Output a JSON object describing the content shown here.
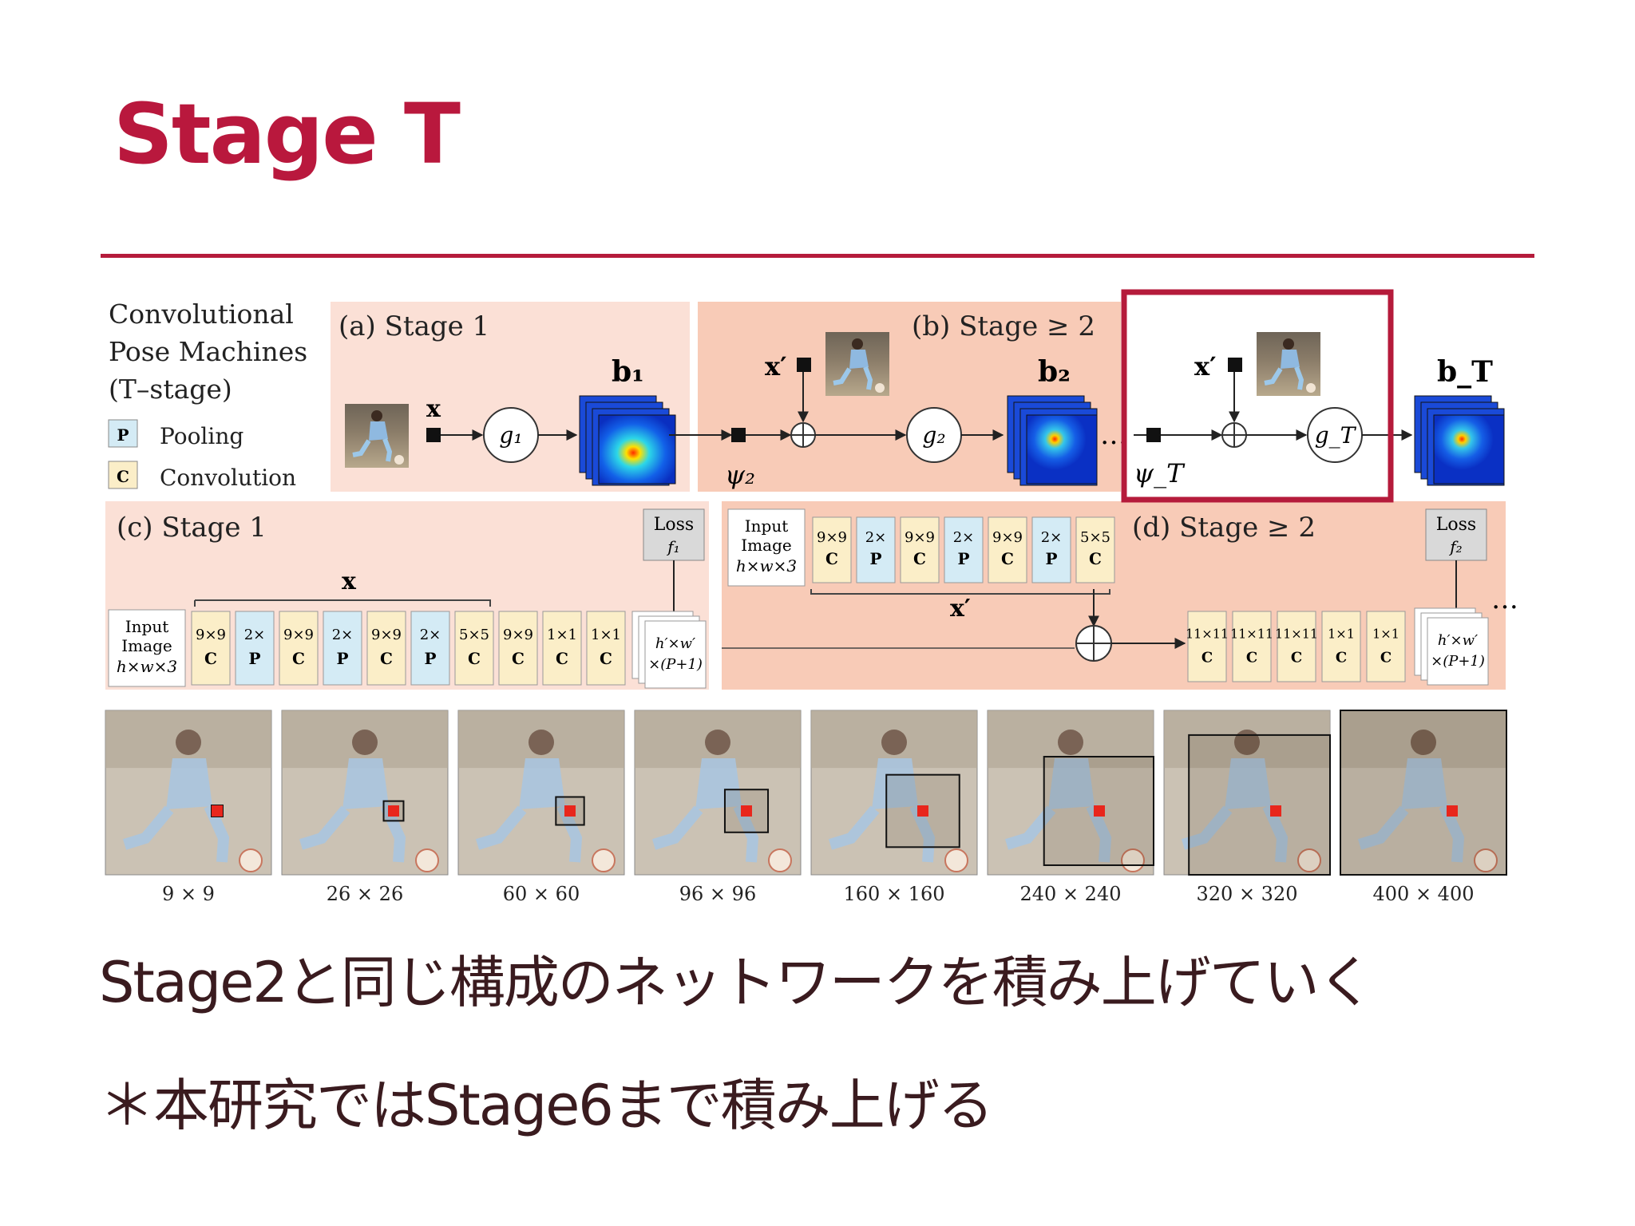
{
  "slide": {
    "title": "Stage T",
    "lines": [
      "Stage2と同じ構成のネットワークを積み上げていく",
      "＊本研究ではStage6まで積み上げる"
    ]
  },
  "figure": {
    "caption_main": [
      "Convolutional",
      "Pose Machines",
      "(T–stage)"
    ],
    "legend": [
      {
        "key": "P",
        "label": "Pooling",
        "color": "#d4ebf5"
      },
      {
        "key": "C",
        "label": "Convolution",
        "color": "#fbeec8"
      }
    ],
    "panels": {
      "a": "(a) Stage 1",
      "b": "(b) Stage ≥ 2",
      "c": "(c) Stage 1",
      "d": "(d) Stage ≥ 2"
    },
    "symbols": {
      "x": "x",
      "x_prime": "x′",
      "g1": "g₁",
      "g2": "g₂",
      "gT": "g_T",
      "b1": "b₁",
      "b2": "b₂",
      "bT": "b_T",
      "psi2": "ψ₂",
      "psiT": "ψ_T"
    },
    "input_image": [
      "Input",
      "Image",
      "h×w×3"
    ],
    "loss_1": [
      "Loss",
      "f₁"
    ],
    "loss_2": [
      "Loss",
      "f₂"
    ],
    "output_label": [
      "h′×w′",
      "×(P+1)"
    ],
    "stage1_layers": [
      {
        "size": "9×9",
        "type": "C"
      },
      {
        "size": "2×",
        "type": "P"
      },
      {
        "size": "9×9",
        "type": "C"
      },
      {
        "size": "2×",
        "type": "P"
      },
      {
        "size": "9×9",
        "type": "C"
      },
      {
        "size": "2×",
        "type": "P"
      },
      {
        "size": "5×5",
        "type": "C"
      },
      {
        "size": "9×9",
        "type": "C"
      },
      {
        "size": "1×1",
        "type": "C"
      },
      {
        "size": "1×1",
        "type": "C"
      }
    ],
    "stage2_feature_layers": [
      {
        "size": "9×9",
        "type": "C"
      },
      {
        "size": "2×",
        "type": "P"
      },
      {
        "size": "9×9",
        "type": "C"
      },
      {
        "size": "2×",
        "type": "P"
      },
      {
        "size": "9×9",
        "type": "C"
      },
      {
        "size": "2×",
        "type": "P"
      },
      {
        "size": "5×5",
        "type": "C"
      }
    ],
    "stage2_layers": [
      {
        "size": "11×11",
        "type": "C"
      },
      {
        "size": "11×11",
        "type": "C"
      },
      {
        "size": "11×11",
        "type": "C"
      },
      {
        "size": "1×1",
        "type": "C"
      },
      {
        "size": "1×1",
        "type": "C"
      }
    ],
    "receptive_fields": [
      "9 × 9",
      "26 × 26",
      "60 × 60",
      "96 × 96",
      "160 × 160",
      "240 × 240",
      "320 × 320",
      "400 × 400"
    ],
    "receptive_box_fraction": [
      0.03,
      0.12,
      0.17,
      0.26,
      0.44,
      0.66,
      0.85,
      1.0
    ],
    "ellipsis": "…",
    "colors": {
      "title": "#b9183d",
      "highlight": "#b51b3b",
      "panel_light": "#fbe0d6",
      "panel_dark": "#f8cbb7",
      "conv": "#fbeec8",
      "pool": "#d4ebf5"
    }
  }
}
